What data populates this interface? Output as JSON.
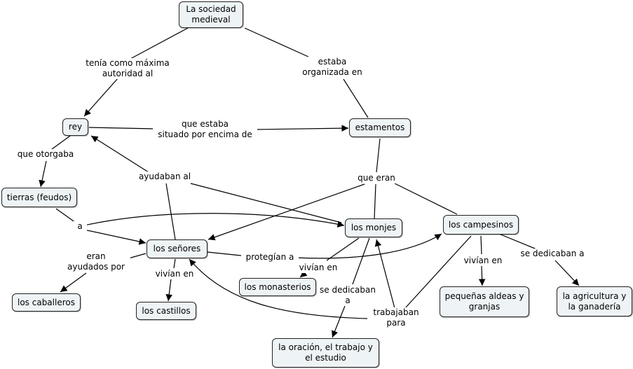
{
  "nodes": {
    "sociedad": "La sociedad\nmedieval",
    "rey": "rey",
    "estamentos": "estamentos",
    "tierras": "tierras (feudos)",
    "senores": "los señores",
    "monjes": "los monjes",
    "campesinos": "los campesinos",
    "caballeros": "los caballeros",
    "castillos": "los castillos",
    "monasterios": "los monasterios",
    "oracion": "la oración, el trabajo y\nel estudio",
    "aldeas": "pequeñas aldeas y\ngranjas",
    "agricultura": "la agricultura y\nla ganadería"
  },
  "links": {
    "tenia": "tenía como máxima\nautoridad al",
    "estaba": "estaba\norganizada en",
    "situado": "que estaba\nsituado por encima de",
    "otorgaba": "que otorgaba",
    "ayudaban": "ayudaban al",
    "eran": "que eran",
    "a": "a",
    "protegian": "protegían a",
    "ayudados": "eran\nayudados por",
    "vivian_senores": "vivían en",
    "vivian_monjes": "vivían en",
    "dedicaban_monjes": "se dedicaban\na",
    "trabajaban": "trabajaban\npara",
    "vivian_campesinos": "vivían en",
    "dedicaban_campesinos": "se dedicaban a"
  },
  "colors": {
    "node_fill": "#eef3f6",
    "node_border": "#222222",
    "line": "#000000"
  }
}
